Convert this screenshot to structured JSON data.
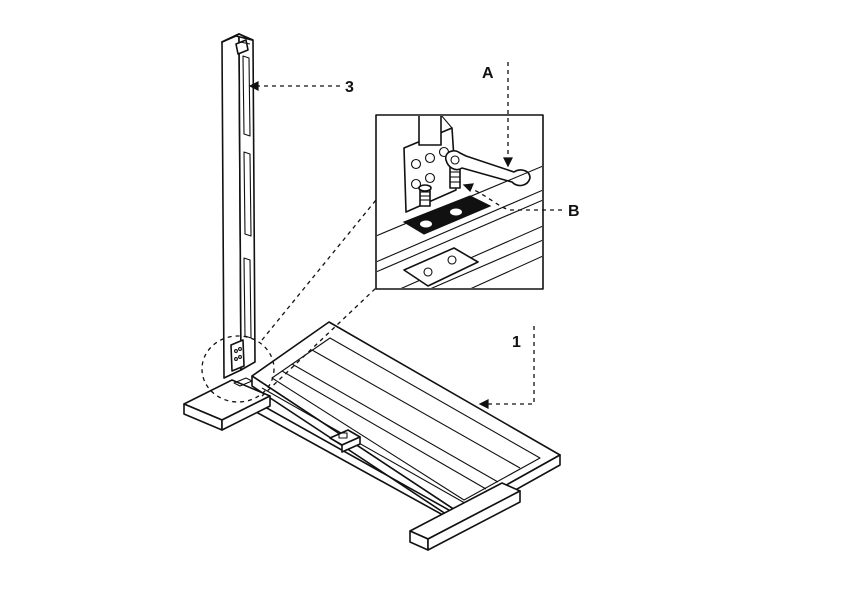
{
  "callouts": {
    "part_1": "1",
    "part_3": "3",
    "detail_a": "A",
    "detail_b": "B"
  }
}
